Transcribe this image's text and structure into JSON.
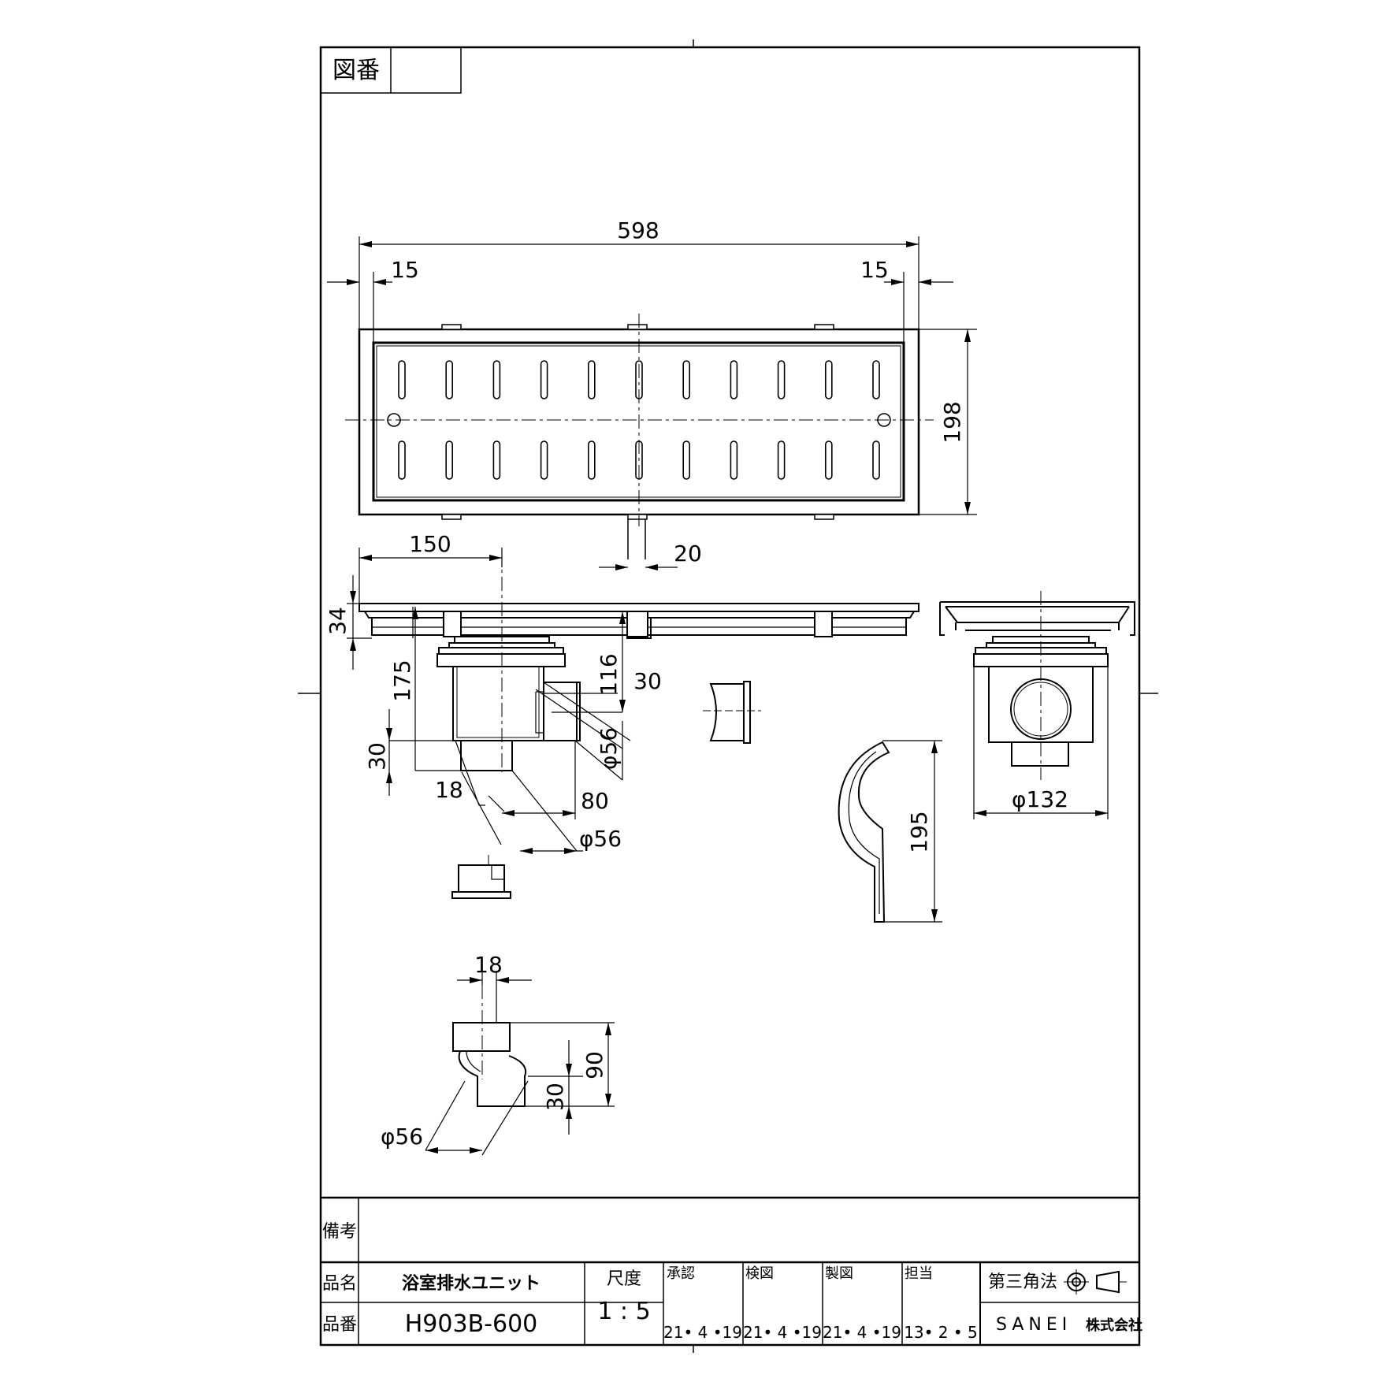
{
  "drawing_number": {
    "label": "図番",
    "value": ""
  },
  "dimensions": {
    "overall_length": "598",
    "flange_left": "15",
    "flange_right": "15",
    "width": "198",
    "rib_width": "20",
    "trap_offset": "150",
    "frame_height": "34",
    "trap_depth": "175",
    "outlet_height": "116",
    "outlet_length": "30",
    "outlet_diameter": "φ56",
    "bottom_height": "30",
    "bottom_offset": "18",
    "outlet_center": "80",
    "bottom_diameter": "φ56",
    "body_diameter": "φ132",
    "hook_length": "195",
    "adapter_offset": "18",
    "adapter_height": "90",
    "adapter_step": "30",
    "adapter_diameter": "φ56"
  },
  "title_block": {
    "remarks_label": "備考",
    "remarks_value": "",
    "name_label": "品名",
    "name_value": "浴室排水ユニット",
    "number_label": "品番",
    "number_value": "H903B-600",
    "scale_label": "尺度",
    "scale_value": "1 : 5",
    "approved_label": "承認",
    "approved_date": "21• 4 •19",
    "checked_label": "検図",
    "checked_date": "21• 4 •19",
    "drawn_label": "製図",
    "drawn_date": "21• 4 •19",
    "charge_label": "担当",
    "charge_date": "13• 2 • 5",
    "projection_label": "第三角法",
    "company": "SANEI",
    "company_suffix": "株式会社"
  }
}
